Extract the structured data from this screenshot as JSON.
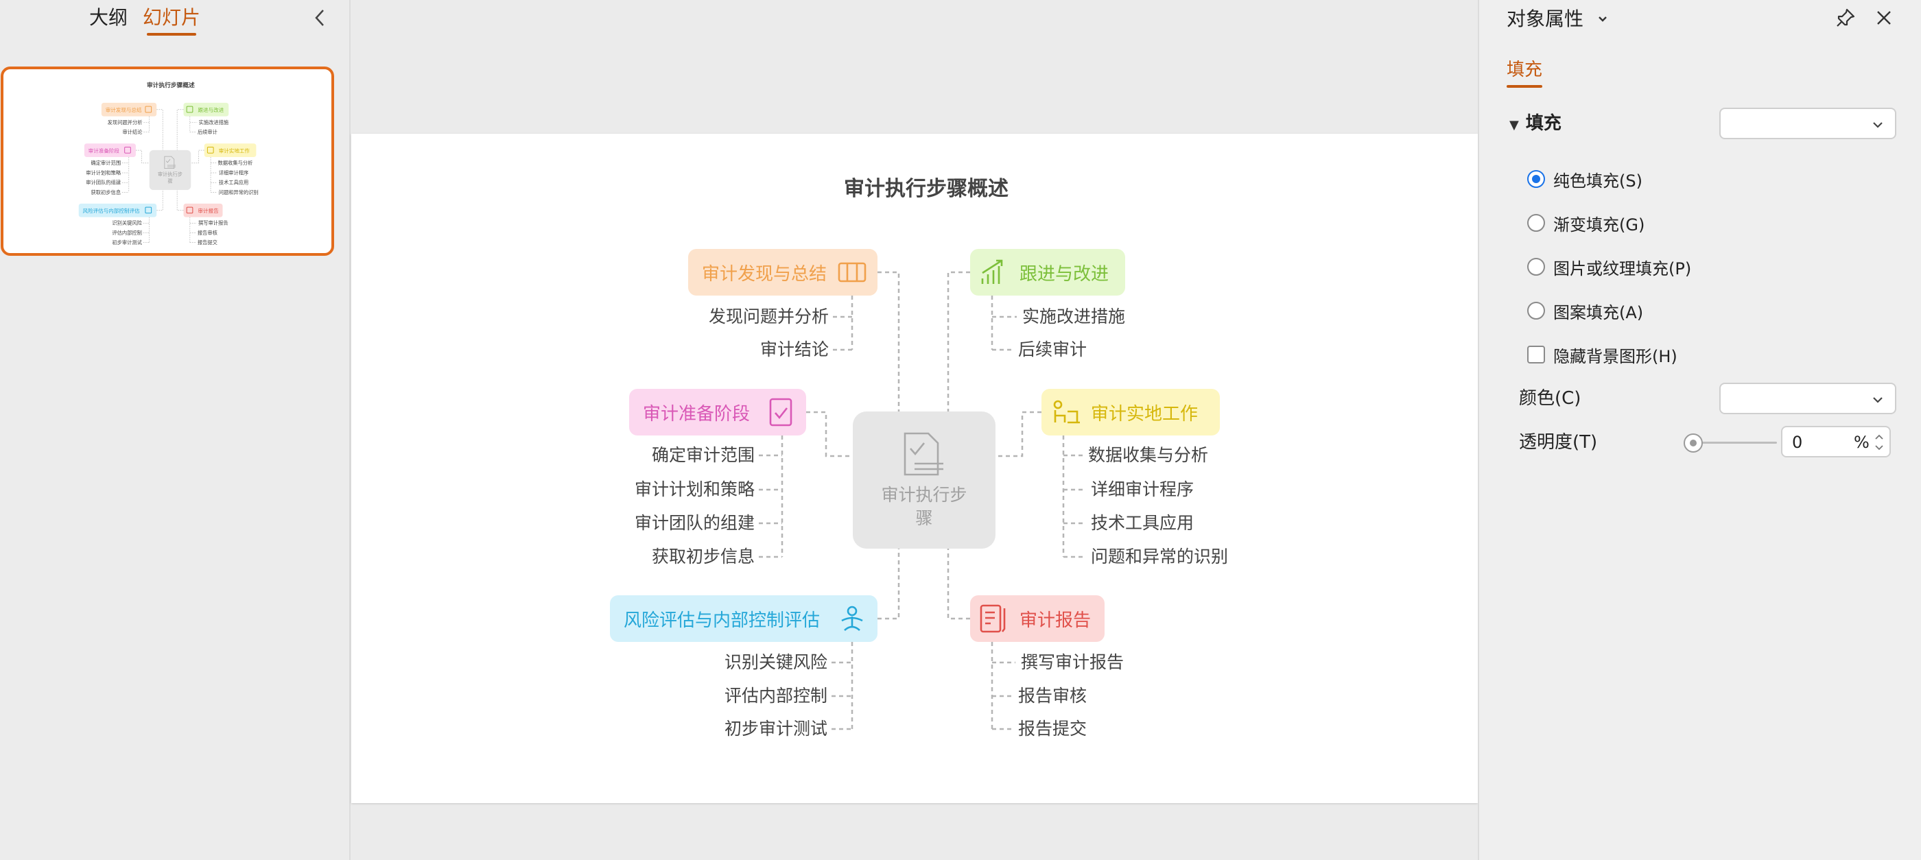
{
  "left_panel": {
    "tab_outline": "大纲",
    "tab_slides": "幻灯片"
  },
  "slide": {
    "title": "审计执行步骤概述",
    "center": [
      "审计执行步",
      "骤"
    ],
    "branches": [
      {
        "key": "summary",
        "label": "审计发现与总结",
        "color": "#f0a04b",
        "fill": "#fde3cc",
        "items": [
          "发现问题并分析",
          "审计结论"
        ]
      },
      {
        "key": "prep",
        "label": "审计准备阶段",
        "color": "#d958b6",
        "fill": "#fcd8ef",
        "items": [
          "确定审计范围",
          "审计计划和策略",
          "审计团队的组建",
          "获取初步信息"
        ]
      },
      {
        "key": "risk",
        "label": "风险评估与内部控制评估",
        "color": "#25a7d8",
        "fill": "#d3f1fb",
        "items": [
          "识别关键风险",
          "评估内部控制",
          "初步审计测试"
        ]
      },
      {
        "key": "follow",
        "label": "跟进与改进",
        "color": "#7cbf3a",
        "fill": "#e6f8cf",
        "items": [
          "实施改进措施",
          "后续审计"
        ]
      },
      {
        "key": "field",
        "label": "审计实地工作",
        "color": "#d6b70c",
        "fill": "#fdf6c0",
        "items": [
          "数据收集与分析",
          "详细审计程序",
          "技术工具应用",
          "问题和异常的识别"
        ]
      },
      {
        "key": "report",
        "label": "审计报告",
        "color": "#e0504a",
        "fill": "#fcd9d8",
        "items": [
          "撰写审计报告",
          "报告审核",
          "报告提交"
        ]
      }
    ]
  },
  "right_panel": {
    "title": "对象属性",
    "tab_fill": "填充",
    "section_fill": "填充",
    "fill_options": [
      "纯色填充(S)",
      "渐变填充(G)",
      "图片或纹理填充(P)",
      "图案填充(A)"
    ],
    "selected_fill": "纯色填充(S)",
    "hide_bg_label": "隐藏背景图形(H)",
    "color_label": "颜色(C)",
    "transparency_label": "透明度(T)",
    "transparency_value": "0",
    "transparency_unit": "%"
  }
}
